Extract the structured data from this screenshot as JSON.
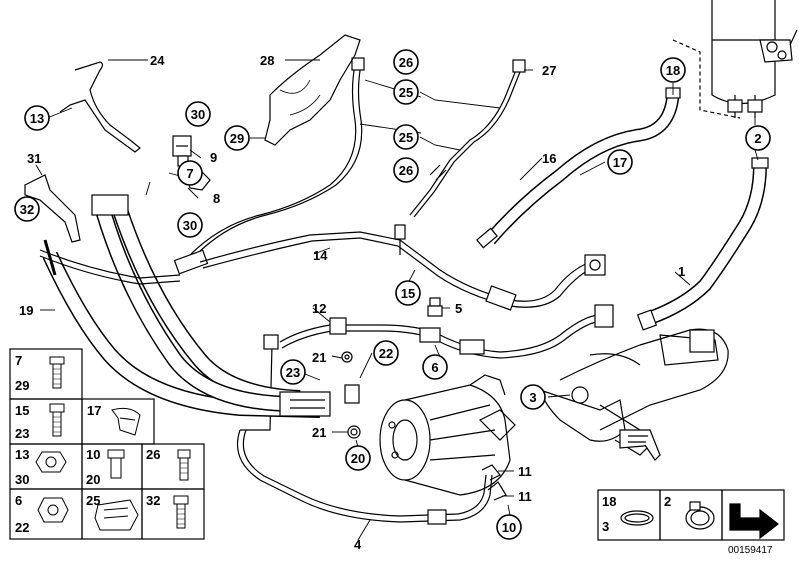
{
  "diagram_id": "00159417",
  "plain_labels": {
    "l1": "1",
    "l4": "4",
    "l5": "5",
    "l8": "8",
    "l9": "9",
    "l11a": "11",
    "l11b": "11",
    "l12": "12",
    "l14": "14",
    "l16": "16",
    "l19": "19",
    "l21a": "21",
    "l21b": "21",
    "l24": "24",
    "l27": "27",
    "l28": "28",
    "l31": "31"
  },
  "circled_labels": {
    "c2": "2",
    "c3": "3",
    "c6": "6",
    "c7": "7",
    "c10": "10",
    "c13": "13",
    "c15": "15",
    "c17": "17",
    "c18": "18",
    "c20": "20",
    "c22": "22",
    "c23": "23",
    "c25a": "25",
    "c25b": "25",
    "c26a": "26",
    "c26b": "26",
    "c29": "29",
    "c30a": "30",
    "c30b": "30",
    "c32": "32"
  },
  "inset_labels": {
    "i7": "7",
    "i29": "29",
    "i15": "15",
    "i23": "23",
    "i17": "17",
    "i13": "13",
    "i30": "30",
    "i10": "10",
    "i20": "20",
    "i26": "26",
    "i6": "6",
    "i22": "22",
    "i25": "25",
    "i32": "32",
    "i18": "18",
    "i3": "3",
    "i2": "2"
  }
}
